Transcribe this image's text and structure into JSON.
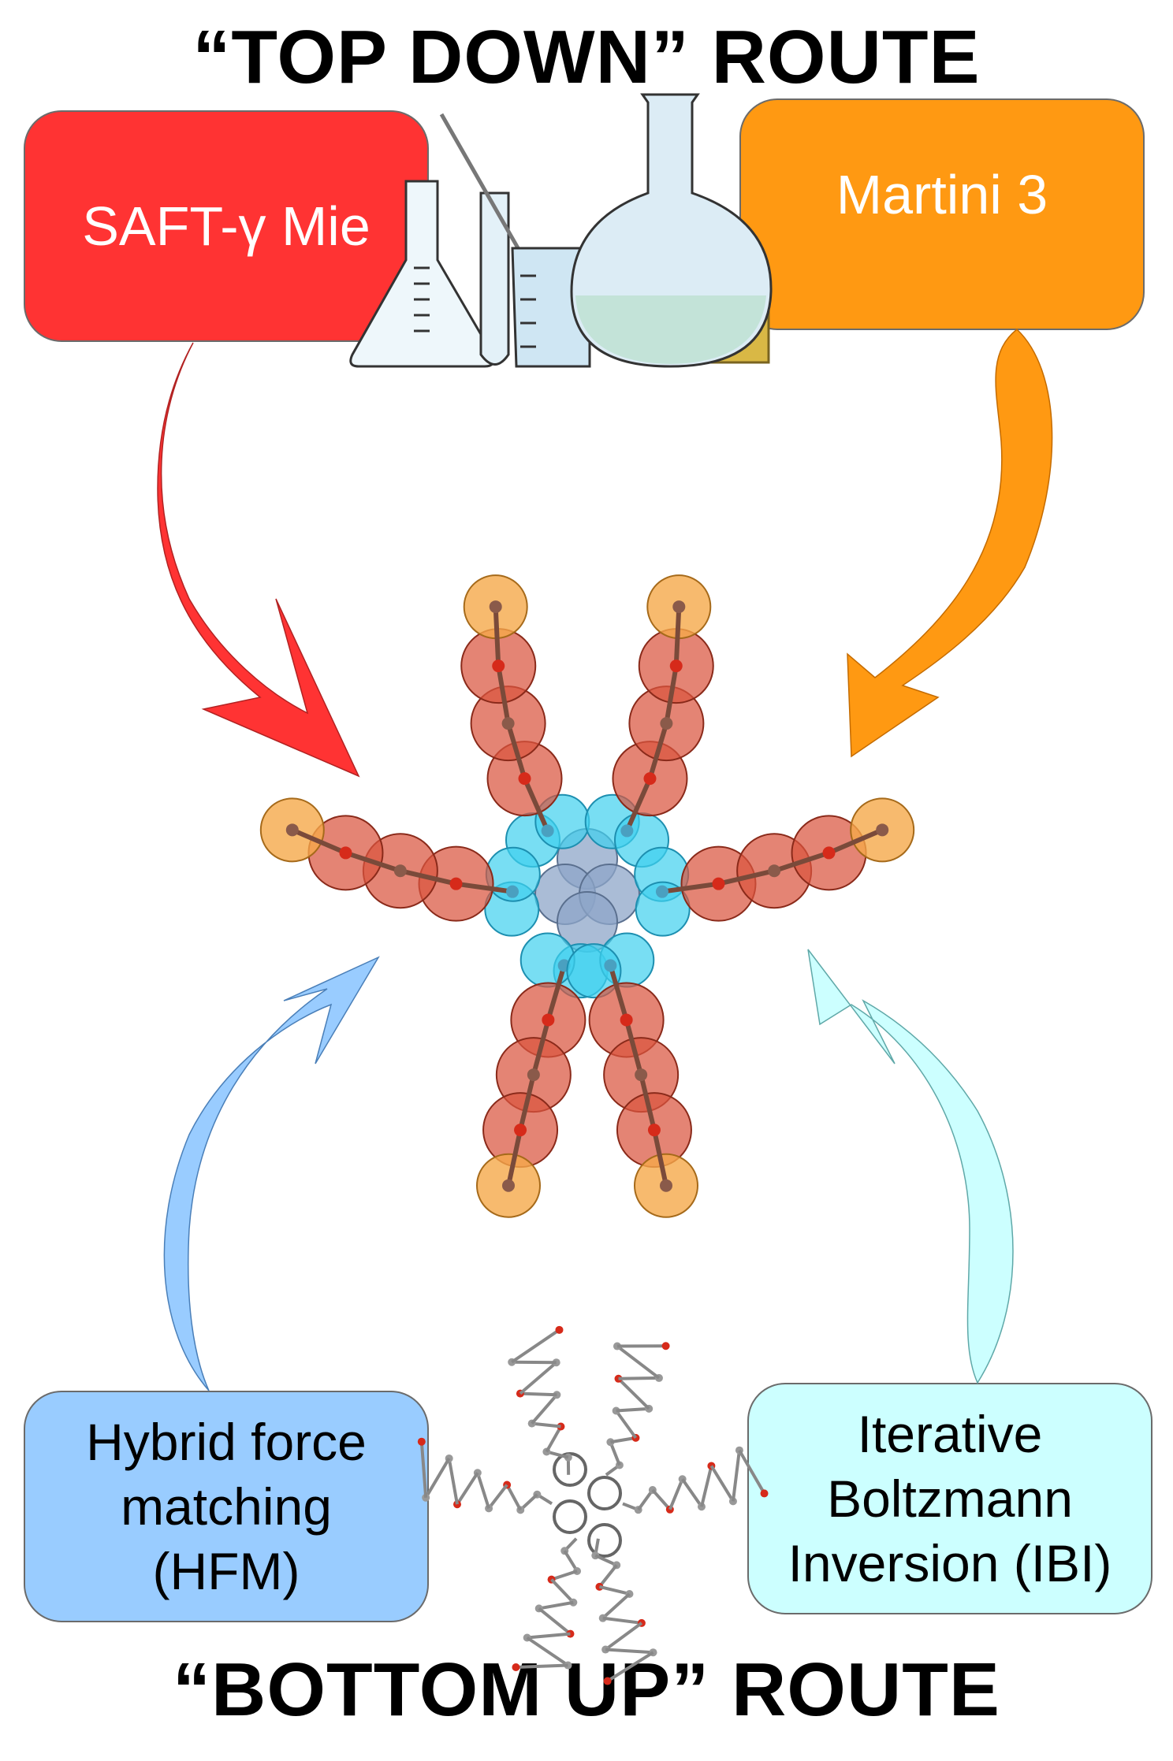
{
  "titles": {
    "top": "“TOP DOWN” ROUTE",
    "bottom": "“BOTTOM UP” ROUTE"
  },
  "boxes": {
    "saft": {
      "label": "SAFT-γ Mie",
      "color": "#ff3333",
      "text_color": "#ffffff"
    },
    "martini": {
      "label": "Martini 3",
      "color": "#ff9912",
      "text_color": "#ffffff"
    },
    "hfm": {
      "lines": [
        "Hybrid force",
        "matching",
        "(HFM)"
      ],
      "color": "#99ccff",
      "text_color": "#000000"
    },
    "ibi": {
      "lines": [
        "Iterative",
        "Boltzmann",
        "Inversion (IBI)"
      ],
      "color": "#ccffff",
      "text_color": "#000000"
    }
  },
  "arrows": {
    "red": "#ff3333",
    "orange": "#ff9912",
    "blue": "#99ccff",
    "cyan": "#ccffff"
  },
  "icons": {
    "lab_glassware": "lab-glassware-icon",
    "cg_molecule": "coarse-grained-molecule",
    "aa_molecule": "all-atom-molecule"
  },
  "bead_colors": {
    "core": "#8ea6c8",
    "ring": "#3fd0ee",
    "chain": "#d9553f",
    "end": "#f5a94a"
  }
}
